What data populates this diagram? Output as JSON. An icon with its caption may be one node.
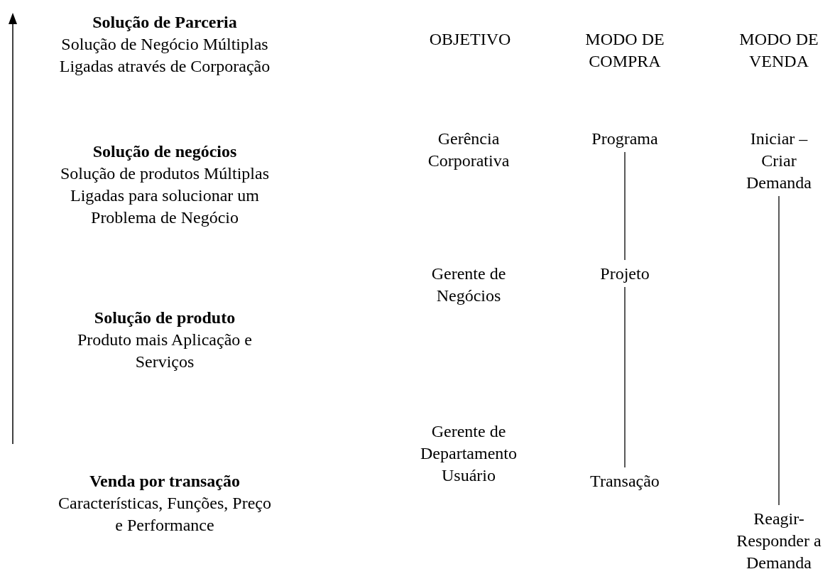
{
  "diagram": {
    "nodes": [
      {
        "text": [
          "Programa"
        ]
      },
      {
        "text": [
          "Projeto"
        ]
      },
      {
        "text": [
          "Transação"
        ]
      },
      {
        "text": [
          "Iniciar – Criar Demanda"
        ]
      },
      {
        "text": [
          "Reagir- Responder a Demanda"
        ]
      }
    ],
    "edges": [
      {
        "from": 0,
        "to": 1,
        "arrow": "none"
      },
      {
        "from": 1,
        "to": 2,
        "arrow": "none"
      },
      {
        "from": 3,
        "to": 4,
        "arrow": "none"
      }
    ],
    "labels": [
      "Solução de Parceria",
      "Solução de Negócio Múltiplas Ligadas através de Corporação",
      "Solução de negócios",
      "Solução de produtos Múltiplas Ligadas para solucionar um Problema de Negócio",
      "Solução de produto",
      "Produto mais Aplicação e Serviços",
      "Venda por transação",
      "Características, Funções, Preço e Performance",
      "OBJETIVO",
      "MODO DE COMPRA",
      "MODO DE VENDA",
      "Gerência Corporativa",
      "Gerente de Negócios",
      "Gerente de Departamento Usuário"
    ]
  }
}
